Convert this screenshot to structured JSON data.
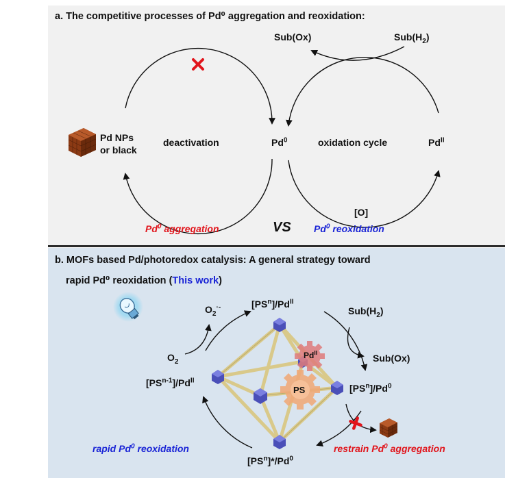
{
  "panel_a": {
    "title": "a. The competitive processes of  Pd⁰ aggregation and reoxidation:",
    "sub_ox": "Sub(Ox)",
    "sub_h2_left": "Sub(H",
    "sub_h2_sub": "2",
    "sub_h2_right": ")",
    "pd_nps_line1": "Pd NPs",
    "pd_nps_line2": "or black",
    "deactivation": "deactivation",
    "pd0_base": "Pd",
    "pd0_sup": "0",
    "oxidation_cycle": "oxidation cycle",
    "pdII_base": "Pd",
    "pdII_sup": "II",
    "oxidant": "[O]",
    "aggregation_base": "Pd",
    "aggregation_sup": "0",
    "aggregation_rest": " aggregation",
    "vs": "VS",
    "reoxidation_base": "Pd",
    "reoxidation_sup": "0",
    "reoxidation_rest": " reoxidation"
  },
  "panel_b": {
    "title_line1": "b. MOFs based Pd/photoredox catalysis: A general strategy toward",
    "title_line2_a": "rapid Pd⁰ reoxidation (",
    "title_line2_b": "This work",
    "title_line2_c": ")",
    "o2_minus_base": "O",
    "o2_minus_sub": "2",
    "o2_minus_sup": "·-",
    "top_species": "[PS",
    "top_sup_n": "n",
    "top_mid": "]/Pd",
    "top_sup_ii": "II",
    "sub_h2_left": "Sub(H",
    "sub_h2_sub": "2",
    "sub_h2_right": ")",
    "o2_base": "O",
    "o2_sub": "2",
    "sub_ox": "Sub(Ox)",
    "left_species_a": "[PS",
    "left_species_sup": "n-1",
    "left_species_b": "]/Pd",
    "left_species_sup2": "II",
    "right_species_a": "[PS",
    "right_species_sup": "n",
    "right_species_b": "]/Pd",
    "right_species_sup2": "0",
    "bottom_species_a": "[PS",
    "bottom_species_sup": "n",
    "bottom_species_b": "]*/Pd",
    "bottom_species_sup2": "0",
    "gear_pd_base": "Pd",
    "gear_pd_sup": "II",
    "gear_ps": "PS",
    "rapid_a": "rapid Pd",
    "rapid_sup": "0",
    "rapid_b": " reoxidation",
    "restrain_a": "restrain Pd",
    "restrain_sup": "0",
    "restrain_b": " aggregation"
  },
  "colors": {
    "panel_a_bg": "#f1f1f1",
    "panel_b_bg": "#d9e4ef",
    "red": "#e1141b",
    "blue": "#1a24d6",
    "node": "#4a4fb8",
    "strut": "#d9c98a",
    "gear_pd": "#e07b7b",
    "gear_ps": "#f0a978",
    "nanoparticle": "#8b3a14"
  },
  "icons": [
    "red-cross-icon",
    "lightbulb-icon",
    "nanoparticle-cube-icon",
    "octahedral-mof-icon",
    "gear-icon",
    "red-plus-icon"
  ]
}
